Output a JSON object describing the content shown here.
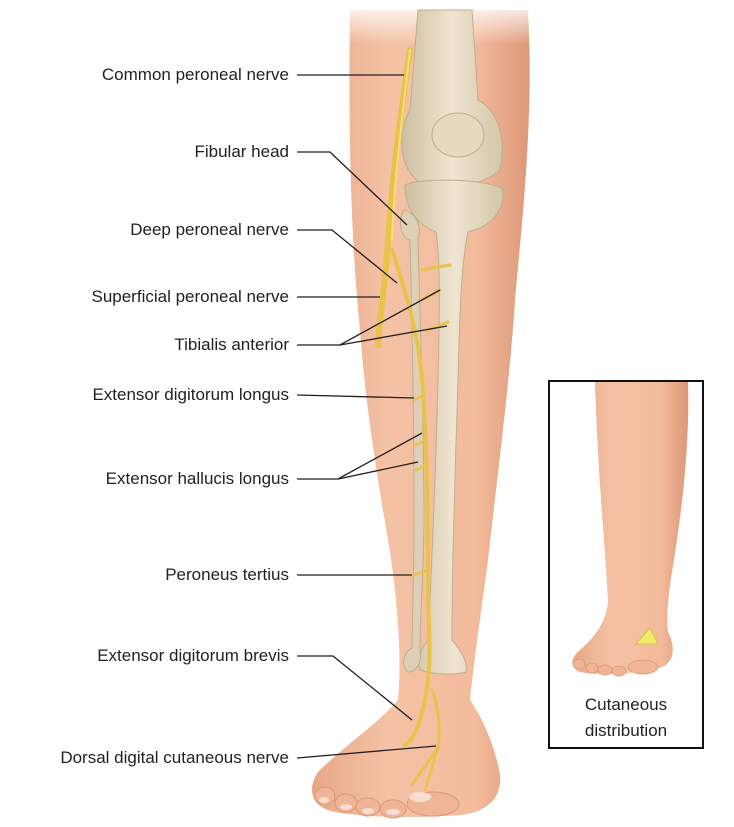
{
  "labels": {
    "common_peroneal_nerve": "Common peroneal nerve",
    "fibular_head": "Fibular head",
    "deep_peroneal_nerve": "Deep peroneal nerve",
    "superficial_peroneal_nerve": "Superficial peroneal nerve",
    "tibialis_anterior": "Tibialis anterior",
    "extensor_digitorum_longus": "Extensor digitorum longus",
    "extensor_hallucis_longus": "Extensor hallucis longus",
    "peroneus_tertius": "Peroneus tertius",
    "extensor_digitorum_brevis": "Extensor digitorum brevis",
    "dorsal_digital_cutaneous_nerve": "Dorsal digital cutaneous nerve"
  },
  "inset": {
    "caption_line1": "Cutaneous",
    "caption_line2": "distribution"
  },
  "colors": {
    "skin": "#f2b99a",
    "skin_shadow": "#e39f80",
    "bone": "#e8dcc6",
    "bone_shadow": "#cbbd9f",
    "nerve": "#e9c24a",
    "nerve_light": "#f6dc7a",
    "leader_line": "#231f20",
    "highlight_area": "#f1ec6a"
  }
}
